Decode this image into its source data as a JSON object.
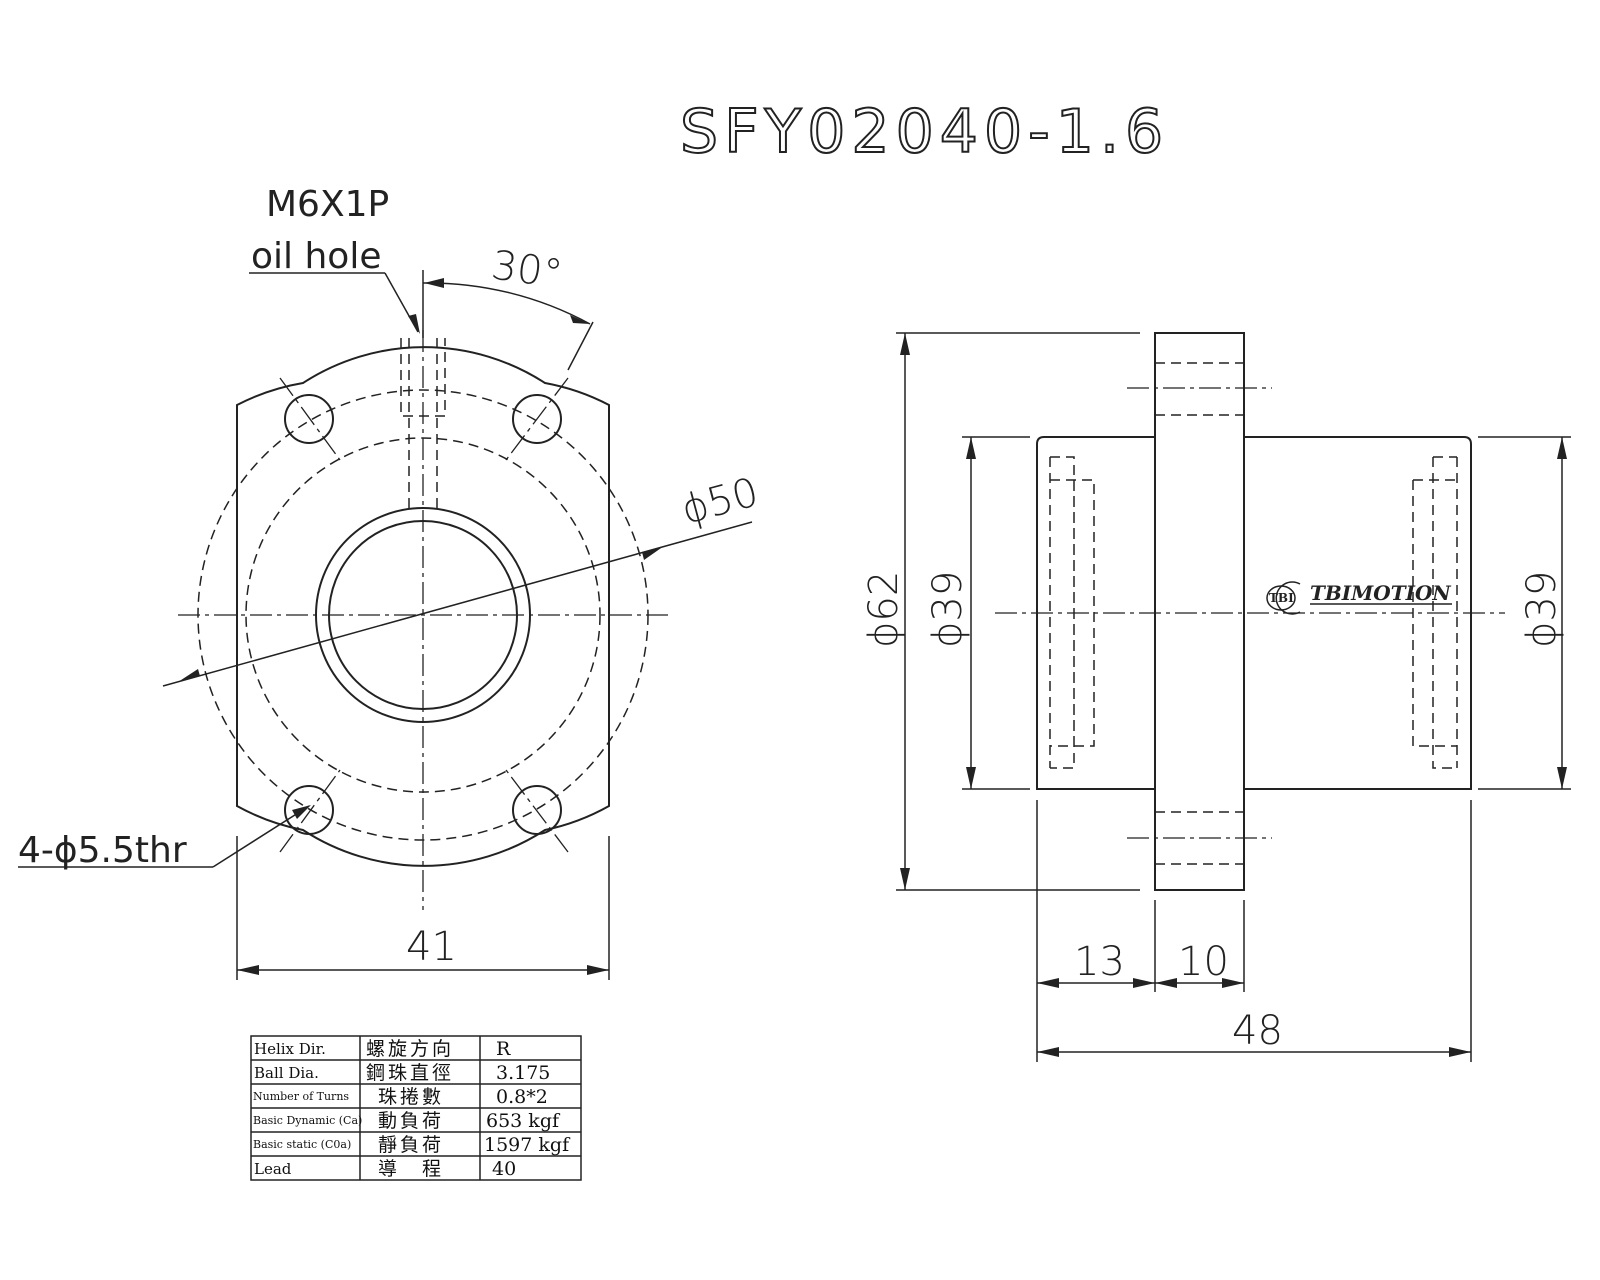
{
  "title": "SFY02040-1.6",
  "front_view": {
    "oil_hole_thread": "M6X1P",
    "oil_hole_label": "oil hole",
    "oil_hole_angle": "30°",
    "pcd_label": "ϕ50",
    "mount_holes": "4-ϕ5.5thr",
    "width": "41"
  },
  "side_view": {
    "flange_dia": "ϕ62",
    "body_dia_left": "ϕ39",
    "body_dia_right": "ϕ39",
    "length_13": "13",
    "length_10": "10",
    "length_total": "48",
    "logo_mark": "TBI",
    "brand": "TBIMOTION"
  },
  "spec_table": {
    "rows": [
      {
        "en": "Helix  Dir.",
        "zh": "螺旋方向",
        "val": "R"
      },
      {
        "en": "Ball Dia.",
        "zh": "鋼珠直徑",
        "val": "3.175"
      },
      {
        "en": "Number of Turns",
        "zh": "珠捲數",
        "val": "0.8*2"
      },
      {
        "en": "Basic Dynamic (Ca)",
        "zh": "動負荷",
        "val": "653  kgf"
      },
      {
        "en": "Basic static (C0a)",
        "zh": "靜負荷",
        "val": "1597  kgf"
      },
      {
        "en": "Lead",
        "zh": "導　程",
        "val": "40"
      }
    ]
  }
}
